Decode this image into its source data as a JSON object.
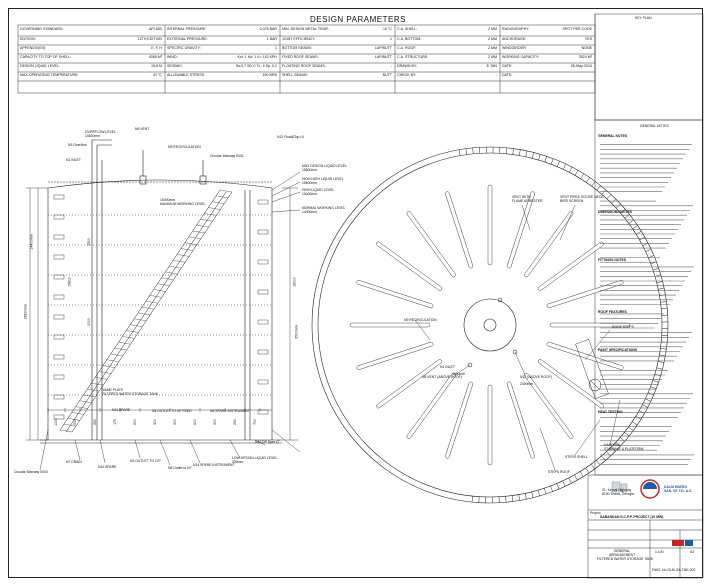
{
  "sheet": {
    "title": "DESIGN PARAMETERS",
    "key_plan": "KEY PLAN"
  },
  "params_left": [
    {
      "label": "GOVERNING STANDARD:",
      "value": "API-650"
    },
    {
      "label": "EDITION:",
      "value": "12TH EDITION"
    },
    {
      "label": "APPENDIX(ES):",
      "value": "E, F, H"
    },
    {
      "label": "CAPACITY TO TOP OF SHELL:",
      "value": "4065 M³"
    },
    {
      "label": "DESIGN LIQUID LEVEL:",
      "value": "15,8 M"
    },
    {
      "label": "MAX OPERATING TEMPERATURE:",
      "value": "41 °C"
    }
  ],
  "params_mid": [
    {
      "label": "INTERNAL PRESSURE:",
      "value": "0,076 BAR"
    },
    {
      "label": "EXTERNAL PRESSURE:",
      "value": "1 BAR"
    },
    {
      "label": "SPECIFIC GRAVITY:",
      "value": "1"
    },
    {
      "label": "WIND:",
      "value": "Kzt: 1     Kd: 1     V= 142 KPH"
    },
    {
      "label": "SEISMIC:",
      "value": "Ss:0,7     S0: 0     TL: 4     Sp: 0,2"
    },
    {
      "label": "ALLOWABLE STRESS:",
      "value": "160 MPA"
    }
  ],
  "params_mid2": [
    {
      "label": "MIN. DESIGN METAL TEMP.:",
      "value": "-10 °C"
    },
    {
      "label": "JOINT EFFICIENCY:",
      "value": "1"
    },
    {
      "label": "BOTTOM SEAMS:",
      "value": "LAP/BUTT"
    },
    {
      "label": "FIXED ROOF SEAMS:",
      "value": "LAP/BUTT"
    },
    {
      "label": "FLOATING ROOF SEAMS:",
      "value": "-"
    },
    {
      "label": "SHELL SEAMS:",
      "value": "BUTT"
    }
  ],
  "params_right": [
    {
      "label": "C.A. SHELL:",
      "value": "2 MM"
    },
    {
      "label": "C.A. BOTTOM:",
      "value": "2 MM"
    },
    {
      "label": "C.A. ROOF:",
      "value": "2 MM"
    },
    {
      "label": "C.A. STRUCTURE:",
      "value": "2 MM"
    },
    {
      "label": "DRAWN BY:",
      "value": "E.TAN"
    },
    {
      "label": "CHECK BY:",
      "value": "-"
    }
  ],
  "params_far": [
    {
      "label": "RADIOGRAPHY:",
      "value": "SPOT PER CODE"
    },
    {
      "label": "ANCHORAGE:",
      "value": "YES"
    },
    {
      "label": "WINDGIRDER:",
      "value": "NONE"
    },
    {
      "label": "WORKING CAPACITY:",
      "value": "3924 M³"
    },
    {
      "label": "DATE:",
      "value": "26-May-2014"
    },
    {
      "label": "DATE:",
      "value": ""
    }
  ],
  "elevation": {
    "overflow": "OVERFLOW LEVEL\n15820mm",
    "n3": "N3 Overflow",
    "n8": "N8 VENT",
    "n9": "N9 RECIRCULATION",
    "circular": "Circular Manway 0001",
    "n12": "N12 Float&Top L0",
    "max_design": "MAX DESIGN LIQUID LEVEL\n15800mm",
    "high_high": "HIGH HIGH LIQUID LEVEL\n15600mm",
    "high": "HIGH LIQUID LEVEL\n15400mm",
    "normal": "NORMAL WORKING LEVEL\n14400mm",
    "max_working": "15400mm\nMAXIMUM WORKING LEVEL",
    "n1_inlet": "N1 INLET",
    "name_plate": "NAME PLATE\nFILTERED WATER STORAGE TANK",
    "n11": "N11 SPARE",
    "n4": "N4 OUTLET TO UF FEED",
    "n5": "N5 SPARE INSTRUMENT",
    "n7": "N7 DRAIN",
    "n10": "N10 SPARE",
    "n2": "N2 OUTLET TO CIP",
    "n6": "N6 Outlet to UF",
    "n14": "N14 SPARE INSTRUMENT",
    "n16": "N16 DP Sper LT",
    "low_design": "LOW DESIGN LIQUID LEVEL\n300mm",
    "circular2": "Circular Manway 0003",
    "dim_16000": "16000",
    "dim_6500": "6500mm",
    "dim_14400": "14400mm",
    "dim_15820": "15820mm",
    "dim_19810": "19810",
    "dim_2500": "2500",
    "dim_2000": "2000",
    "heights": [
      "1000",
      "500",
      "250",
      "175",
      "200",
      "300",
      "500",
      "600",
      "500",
      "250",
      "700"
    ]
  },
  "plan": {
    "vent": "VENT WITH\nFLAME ARRESTER",
    "vent2": "VENT PIPE& GOOSE NECK\nBIRD SCREEN",
    "roof_steps": "ROOF STEPS",
    "recirculation": "N9 RECIRCULATION",
    "n8": "N8 VENT (ABOVE ROOF)",
    "n12": "N12 (ABOVE ROOF)",
    "n1": "N1 INLET",
    "steps_shell": "STEPS SHELL",
    "handrail": "HANDRAIL\nSTAIRWAY & PLATFORM",
    "steps_roof": "STEPS ROOF",
    "dim_4400": "4400mm",
    "dim_2400": "2400mm"
  },
  "notes": {
    "title": "GENERAL NOTES",
    "headings": [
      "GENERAL NOTES",
      "DIMENSIONS NOTES",
      "FITTINGS NOTES",
      "ROOF FEATURES",
      "PAINT SPECIFICATIONS",
      "HEAT TESTING"
    ]
  },
  "title_block": {
    "company": "DALM ENERJI\nSAN. VE TIC. A.S.",
    "address": "21, Kemal Highway\n8190 Tirana, Georgia",
    "project_label": "Project",
    "project": "SABANDAN S.C.P.P. PROJECT (10 MW)",
    "drawing_title": "GENERAL\nARRANGEMENT\nFILTERED WATER STORAGE TANK",
    "drawing_no": "DWG. No DLM-GA-TNK-002",
    "scale": "1:100",
    "sheet": "A3"
  }
}
